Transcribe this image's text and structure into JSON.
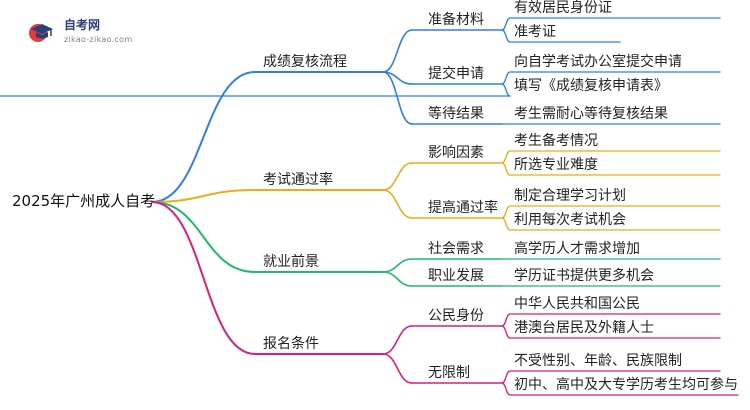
{
  "logo": {
    "title": "自考网",
    "subtitle": "zikao-zikao.com"
  },
  "root": "2025年广州成人自考",
  "branches": [
    {
      "label": "成绩复核流程",
      "color": "#2f7fe6",
      "children": [
        {
          "label": "准备材料",
          "leaves": [
            "有效居民身份证",
            "准考证"
          ]
        },
        {
          "label": "提交申请",
          "leaves": [
            "向自学考试办公室提交申请",
            "填写《成绩复核申请表》"
          ]
        },
        {
          "label": "等待结果",
          "leaves": [
            "考生需耐心等待复核结果"
          ]
        }
      ]
    },
    {
      "label": "考试通过率",
      "color": "#eeaa18",
      "children": [
        {
          "label": "影响因素",
          "leaves": [
            "考生备考情况",
            "所选专业难度"
          ]
        },
        {
          "label": "提高通过率",
          "leaves": [
            "制定合理学习计划",
            "利用每次考试机会"
          ]
        }
      ]
    },
    {
      "label": "就业前景",
      "color": "#22b86a",
      "children": [
        {
          "label": "社会需求",
          "leaves": [
            "高学历人才需求增加"
          ]
        },
        {
          "label": "职业发展",
          "leaves": [
            "学历证书提供更多机会"
          ]
        }
      ]
    },
    {
      "label": "报名条件",
      "color": "#d81f7c",
      "children": [
        {
          "label": "公民身份",
          "leaves": [
            "中华人民共和国公民",
            "港澳台居民及外籍人士"
          ]
        },
        {
          "label": "无限制",
          "leaves": [
            "不受性别、年龄、民族限制",
            "初中、高中及大专学历考生均可参与"
          ]
        }
      ]
    }
  ]
}
